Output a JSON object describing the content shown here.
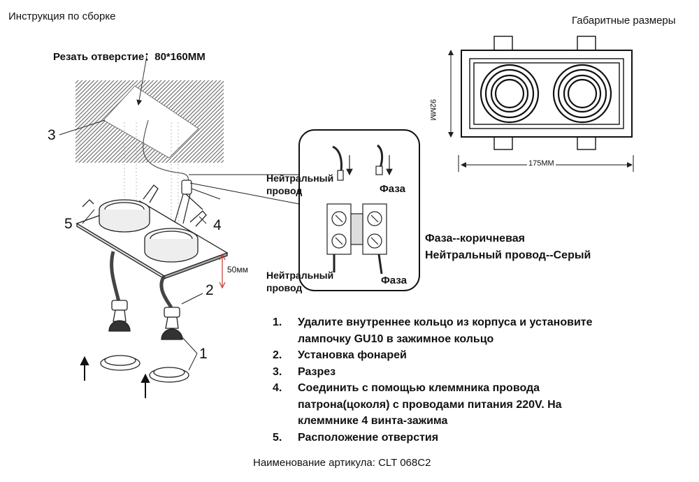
{
  "header": {
    "left_title": "Инструкция по сборке",
    "right_title": "Габаритные размеры"
  },
  "cut": {
    "label": "Резать отверстие：80*160MM"
  },
  "callouts": {
    "n1": "1",
    "n2": "2",
    "n3": "3",
    "n4": "4",
    "n5": "5",
    "depth": "50мм"
  },
  "dims": {
    "width": "175MM",
    "height": "92MM"
  },
  "wiring": {
    "neutral_top_l1": "Нейтральный",
    "neutral_top_l2": "провод",
    "phase_top": "Фаза",
    "neutral_bottom_l1": "Нейтральный",
    "neutral_bottom_l2": "провод",
    "phase_bottom": "Фаза"
  },
  "legend": {
    "line1": "Фаза--коричневая",
    "line2": "Нейтральный провод--Серый"
  },
  "steps": [
    {
      "num": "1.",
      "lines": [
        "Удалите внутреннее кольцо из корпуса и установите",
        "лампочку GU10 в зажимное кольцо"
      ]
    },
    {
      "num": "2.",
      "lines": [
        "Установка фонарей"
      ]
    },
    {
      "num": "3.",
      "lines": [
        "Разрез"
      ]
    },
    {
      "num": "4.",
      "lines": [
        "Соединить с помощью клеммника провода",
        "патрона(цоколя) с проводами питания 220V. На",
        "клеммнике 4 винта-зажима"
      ]
    },
    {
      "num": "5.",
      "lines": [
        "Расположение отверстия"
      ]
    }
  ],
  "footer": {
    "article": "Наименование артикула: CLT 068C2"
  }
}
